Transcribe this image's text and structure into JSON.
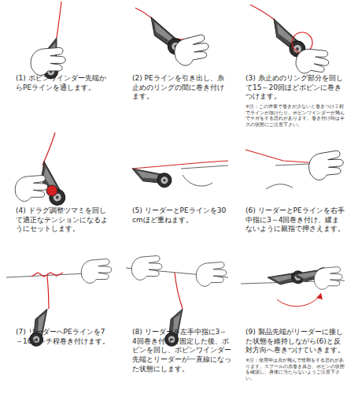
{
  "diagram": {
    "labels": [
      "(1) ボビンワインダー先端からPEラインを通します。",
      "(2) PEラインを引き出し、糸止めのリングの間に巻き付けます。",
      "(3) 糸止めのリング部分を回して15～20回ほどボビンに巻きつけます。",
      "※注：この作業で巻きが少ないと巻きつけ工程でラインが抜けたり、ボビンワインダーが飛んでケガをする恐れがあります。巻き付け時はキズの状態にご注意下さい。",
      "(4) ドラグ調整ツマミを回して適正なテンションになるようにセットします。",
      "(5) リーダーとPEラインを30cmほど重ねます。",
      "(6) リーダーとPEラインを右手中指に3～4回巻き付け、緩まないように親指で押さえます。",
      "(7) リーダーへPEラインを7～10センチ程巻き付けます。",
      "(8) リーダーを左手中指に3～4回巻き付けて固定した後、ボビンを回し、ボビンワインダー先端とリーダーが一直線になった状態にします。",
      "(9) 製品先端がリーダーに接した状態を維持しながら(6)と反対方向へ巻きつけていきます。",
      "※注：使用中は糸が飛んで怪我をする恐れがあります。スプールの糸巻き具合、ボビンの状態を確認し、身体に当たらないようご注意下さい。"
    ]
  }
}
